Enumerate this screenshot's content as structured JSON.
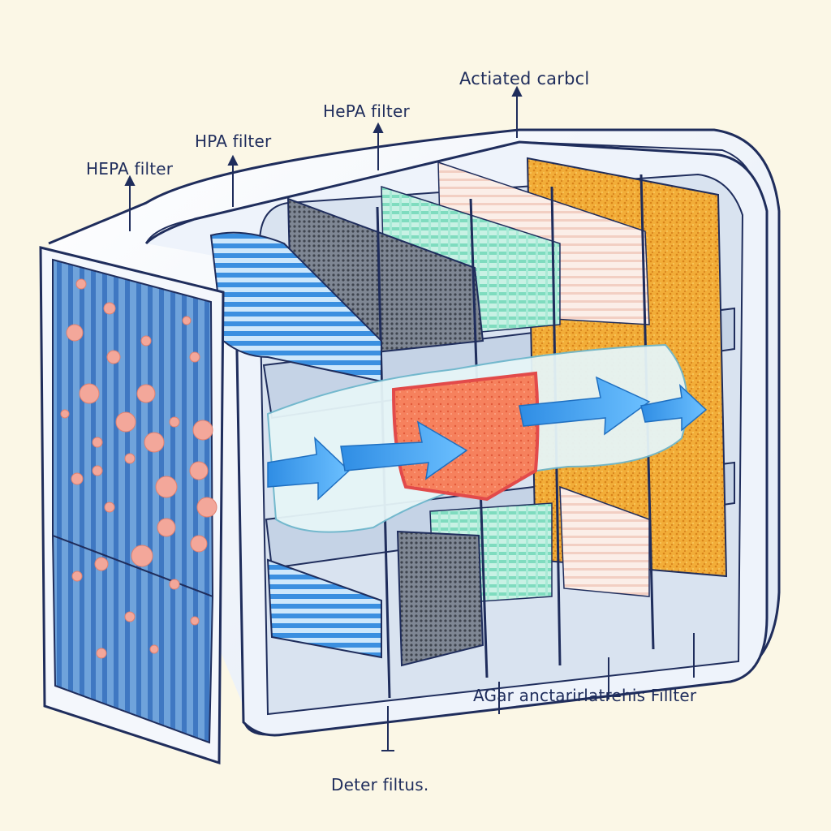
{
  "labels": {
    "hepa_left": "HEPA filter",
    "hpa": "HPA filter",
    "hepa_mid": "HePA filter",
    "activated_carbon": "Actiated carbcl",
    "bottom_right": "AGar anctarirlatrehis Fillter",
    "bottom_left": "Deter filtus."
  },
  "colors": {
    "background": "#fbf7e6",
    "outline": "#1f2d5c",
    "housing": "#e8eef7",
    "prefilter": "#4e86c9",
    "hepa_pleats": "#3a8fe0",
    "mesh": "#5d6470",
    "mint_filter": "#8fe3c8",
    "pink_filter": "#f6d8cf",
    "carbon": "#f0a22a",
    "airflow": "#3d9be9",
    "particle": "#f3a79a"
  },
  "icons": {
    "airflow": "arrow-right-icon",
    "particles": "dust-particle-icon"
  }
}
